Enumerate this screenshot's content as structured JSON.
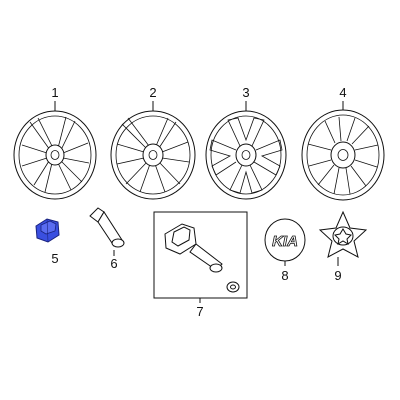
{
  "parts": [
    {
      "num": "1",
      "item": "wheel"
    },
    {
      "num": "2",
      "item": "wheel"
    },
    {
      "num": "3",
      "item": "wheel"
    },
    {
      "num": "4",
      "item": "wheel"
    },
    {
      "num": "5",
      "item": "lug-nut"
    },
    {
      "num": "6",
      "item": "valve-stem"
    },
    {
      "num": "7",
      "item": "tpms-sensor"
    },
    {
      "num": "8",
      "item": "center-cap"
    },
    {
      "num": "9",
      "item": "center-cap"
    }
  ],
  "emblem_text": "KIA",
  "highlight_color": "#3a4fe0",
  "line_color": "#111111"
}
